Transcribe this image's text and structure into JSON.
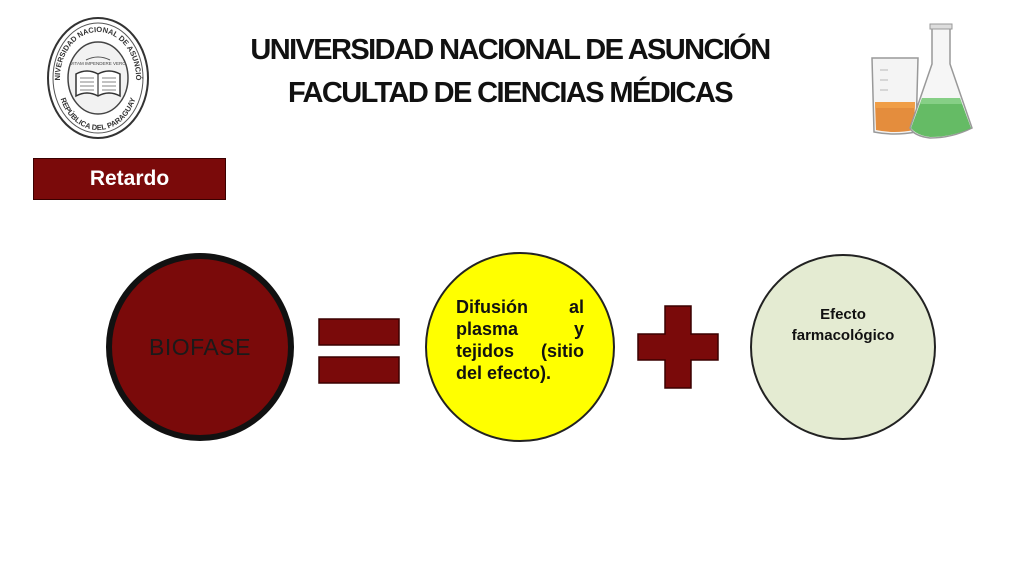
{
  "header": {
    "title_line1": "UNIVERSIDAD NACIONAL DE ASUNCIÓN",
    "title_line2": "FACULTAD DE CIENCIAS MÉDICAS",
    "seal_text_top": "UNIVERSIDAD NACIONAL DE ASUNCIÓN",
    "seal_text_bottom": "REPÚBLICA DEL PARAGUAY",
    "seal_motto": "VITAM IMPENDERE VERO"
  },
  "section_tag": "Retardo",
  "diagram": {
    "circle_1": "BIOFASE",
    "operator_1": "equals",
    "circle_2": "Difusión al plasma y tejidos (sitio del efecto).",
    "operator_2": "plus",
    "circle_3": "Efecto farmacológico"
  },
  "colors": {
    "maroon": "#7a0a0a",
    "yellow": "#ffff00",
    "pale_green": "#e4ebd2"
  }
}
